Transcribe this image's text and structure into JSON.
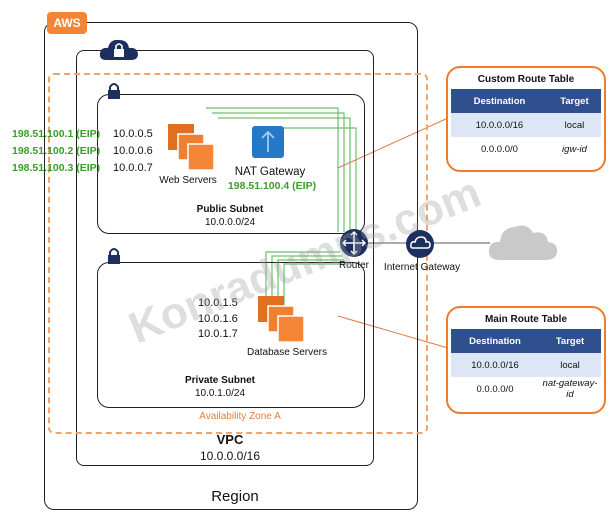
{
  "aws_label": "AWS",
  "region_label": "Region",
  "vpc": {
    "label": "VPC",
    "cidr": "10.0.0.0/16"
  },
  "availability_zone": "Availability Zone A",
  "public_subnet": {
    "label": "Public Subnet",
    "cidr": "10.0.0.0/24"
  },
  "private_subnet": {
    "label": "Private  Subnet",
    "cidr": "10.0.1.0/24"
  },
  "web_servers": {
    "label": "Web Servers",
    "eips": [
      "198.51.100.1 (EIP)",
      "198.51.100.2 (EIP)",
      "198.51.100.3 (EIP)"
    ],
    "ips": [
      "10.0.0.5",
      "10.0.0.6",
      "10.0.0.7"
    ]
  },
  "nat_gateway": {
    "label": "NAT Gateway",
    "eip": "198.51.100.4 (EIP)"
  },
  "database_servers": {
    "label": "Database Servers",
    "ips": [
      "10.0.1.5",
      "10.0.1.6",
      "10.0.1.7"
    ]
  },
  "router_label": "Router",
  "internet_gateway_label": "Internet Gateway",
  "custom_route_table": {
    "title": "Custom Route Table",
    "headers": [
      "Destination",
      "Target"
    ],
    "rows": [
      [
        "10.0.0.0/16",
        "local"
      ],
      [
        "0.0.0.0/0",
        "igw-id"
      ]
    ]
  },
  "main_route_table": {
    "title": "Main Route Table",
    "headers": [
      "Destination",
      "Target"
    ],
    "rows": [
      [
        "10.0.0.0/16",
        "local"
      ],
      [
        "0.0.0.0/0",
        "nat-gateway-id"
      ]
    ]
  },
  "watermark": "Konradumps.com",
  "colors": {
    "aws_orange": "#f58536",
    "eip_green": "#3a9d2a",
    "table_header": "#2f4f8f",
    "route_border": "#f07b2a",
    "wire_green": "#5cb85c"
  }
}
